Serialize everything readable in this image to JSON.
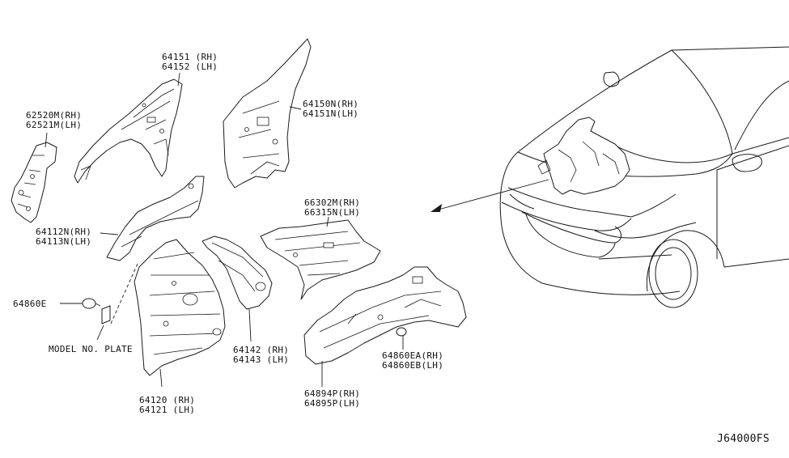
{
  "diagram_code": "J64000FS",
  "parts": [
    {
      "id": "p64151",
      "lines": [
        "64151 (RH)",
        "64152 (LH)"
      ]
    },
    {
      "id": "p62520M",
      "lines": [
        "62520M(RH)",
        "62521M(LH)"
      ]
    },
    {
      "id": "p64150N",
      "lines": [
        "64150N(RH)",
        "64151N(LH)"
      ]
    },
    {
      "id": "p66302M",
      "lines": [
        "66302M(RH)",
        "66315N(LH)"
      ]
    },
    {
      "id": "p64112N",
      "lines": [
        "64112N(RH)",
        "64113N(LH)"
      ]
    },
    {
      "id": "p64860E",
      "lines": [
        "64860E"
      ]
    },
    {
      "id": "pModelPlate",
      "lines": [
        "MODEL NO. PLATE"
      ]
    },
    {
      "id": "p64142",
      "lines": [
        "64142 (RH)",
        "64143 (LH)"
      ]
    },
    {
      "id": "p64120",
      "lines": [
        "64120 (RH)",
        "64121 (LH)"
      ]
    },
    {
      "id": "p64860EA",
      "lines": [
        "64860EA(RH)",
        "64860EB(LH)"
      ]
    },
    {
      "id": "p64894P",
      "lines": [
        "64894P(RH)",
        "64895P(LH)"
      ]
    }
  ]
}
